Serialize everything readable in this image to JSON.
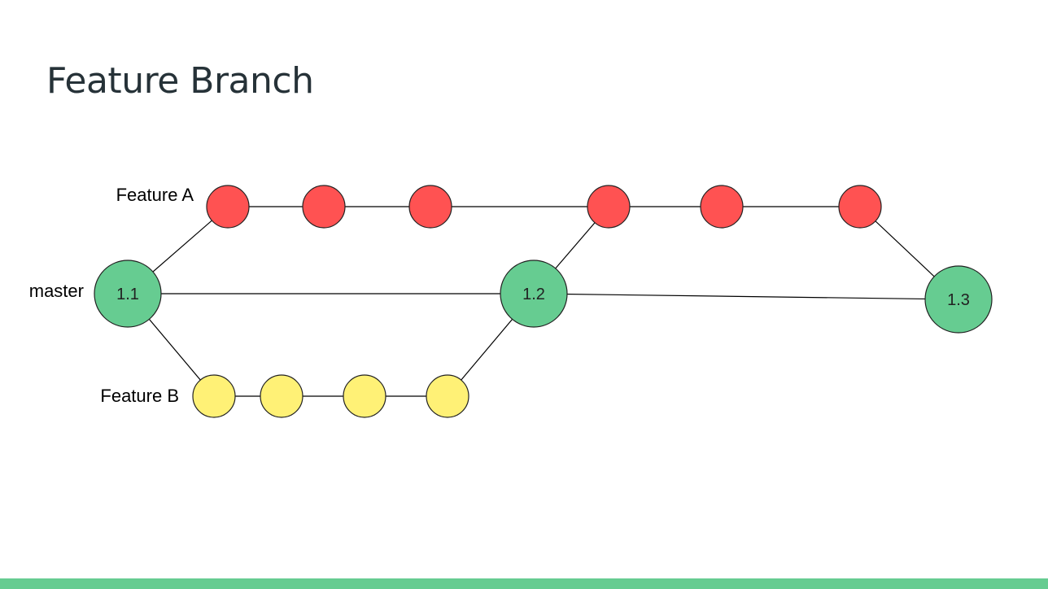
{
  "slide": {
    "title": "Feature Branch"
  },
  "diagram": {
    "lanes": {
      "feature_a": {
        "label": "Feature A",
        "color": "#ff5252"
      },
      "master": {
        "label": "master",
        "color": "#66cc91"
      },
      "feature_b": {
        "label": "Feature B",
        "color": "#fff176"
      }
    },
    "releases": [
      {
        "id": "r1",
        "label": "1.1"
      },
      {
        "id": "r2",
        "label": "1.2"
      },
      {
        "id": "r3",
        "label": "1.3"
      }
    ],
    "feature_a_commit_count": 6,
    "feature_b_commit_count": 4
  },
  "theme": {
    "footer_color": "#66cc91"
  }
}
